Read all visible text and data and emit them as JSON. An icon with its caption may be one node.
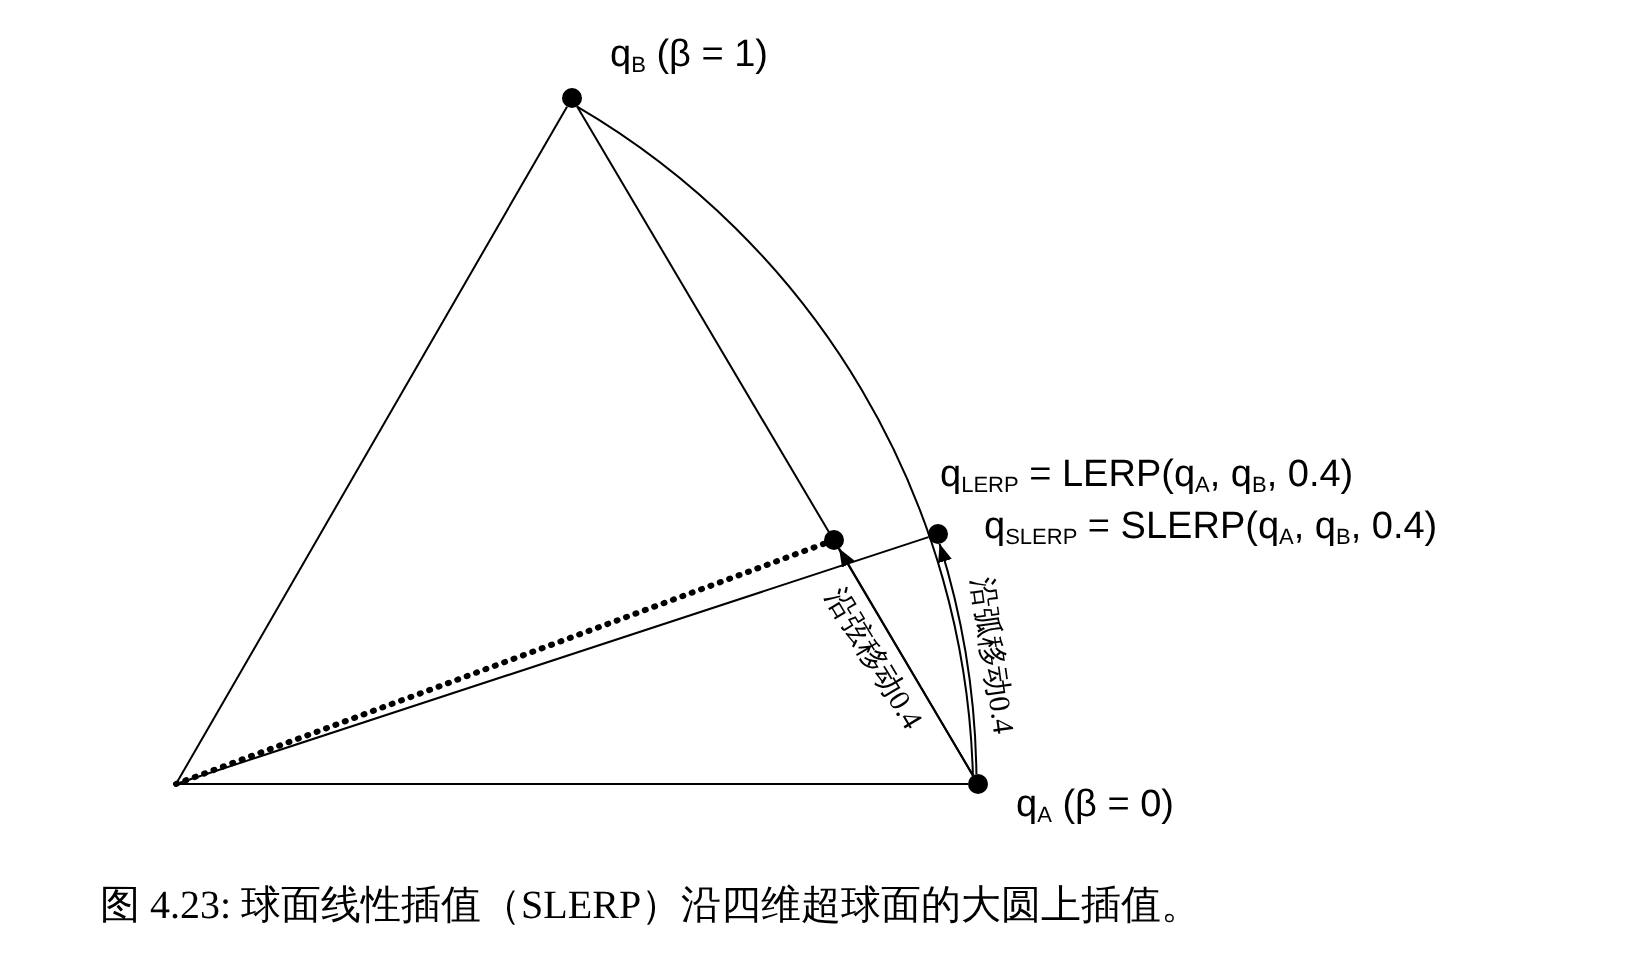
{
  "diagram": {
    "caption": "图 4.23: 球面线性插值（SLERP）沿四维超球面的大圆上插值。",
    "nodes": [
      {
        "text": [
          "q$_{B}$ (β = 1)"
        ]
      },
      {
        "text": [
          "q$_{LERP}$ = LERP(q$_{A}$, q$_{B}$, 0.4)"
        ]
      },
      {
        "text": [
          "q$_{SLERP}$ = SLERP(q$_{A}$, q$_{B}$, 0.4)"
        ]
      },
      {
        "text": [
          "q$_{A}$ (β = 0)"
        ]
      }
    ],
    "edges": [
      {
        "from": null,
        "to": 0,
        "arrow": "none"
      },
      {
        "from": null,
        "to": 3,
        "arrow": "none"
      },
      {
        "from": 0,
        "to": 3,
        "arrow": "none"
      },
      {
        "from": 0,
        "to": 3,
        "arrow": "none"
      },
      {
        "from": null,
        "to": 1,
        "arrow": "none",
        "style": "dashed"
      },
      {
        "from": null,
        "to": 2,
        "arrow": "none"
      },
      {
        "from": 3,
        "to": 1,
        "arrow": "to",
        "label": "沿弦移动0.4"
      },
      {
        "from": 3,
        "to": 2,
        "arrow": "to",
        "label": "沿弧移动0.4"
      }
    ]
  }
}
